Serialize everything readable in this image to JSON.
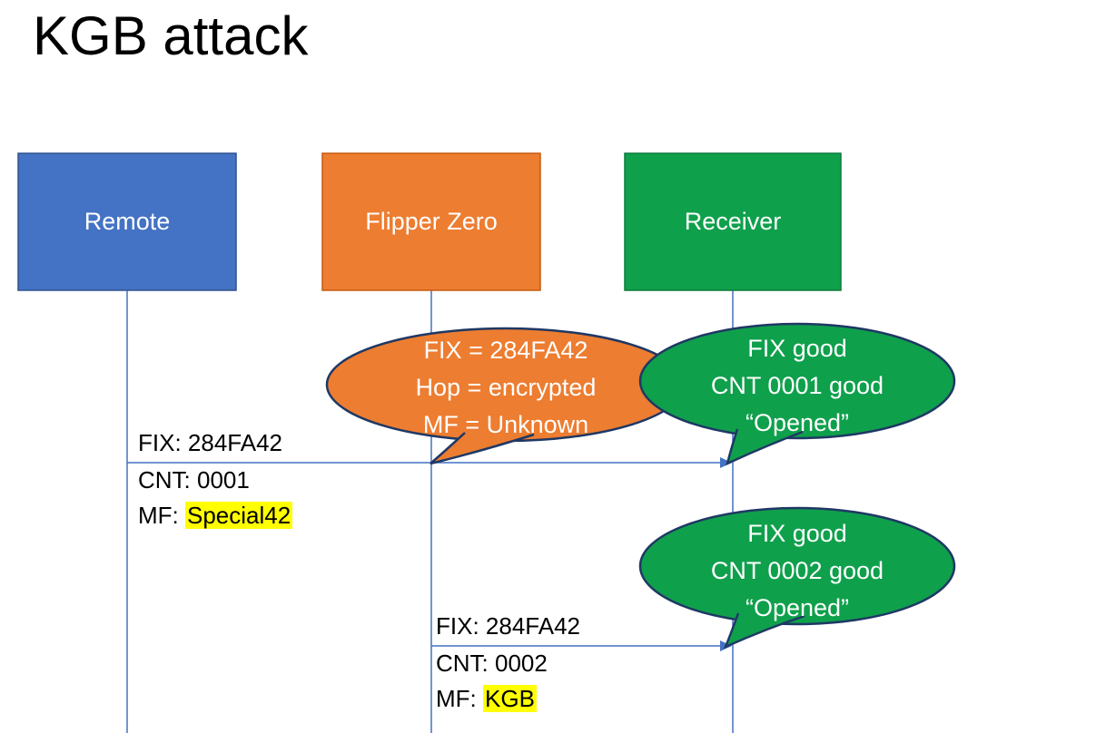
{
  "title": "KGB attack",
  "colors": {
    "blue": "#4472C4",
    "blue_border": "#2F528F",
    "orange": "#ED7D31",
    "orange_border": "#C55A11",
    "green": "#0FA04C",
    "green_border": "#0B7A3B",
    "callout_outline": "#1F3864",
    "line": "#4472C4",
    "highlight": "#FFFF00",
    "text_light": "#FFFFFF",
    "text_dark": "#000000"
  },
  "actors": [
    {
      "label": "Remote"
    },
    {
      "label": "Flipper Zero"
    },
    {
      "label": "Receiver"
    }
  ],
  "messages": [
    {
      "fix": "FIX: 284FA42",
      "cnt": "CNT: 0001",
      "mf_label": "MF: ",
      "mf_value": "Special42"
    },
    {
      "fix": "FIX: 284FA42",
      "cnt": "CNT: 0002",
      "mf_label": "MF: ",
      "mf_value": "KGB"
    }
  ],
  "callouts": [
    {
      "lines": [
        "FIX = 284FA42",
        "Hop = encrypted",
        "MF = Unknown"
      ]
    },
    {
      "lines": [
        "FIX good",
        "CNT 0001 good",
        "“Opened”"
      ]
    },
    {
      "lines": [
        "FIX good",
        "CNT 0002 good",
        "“Opened”"
      ]
    }
  ]
}
